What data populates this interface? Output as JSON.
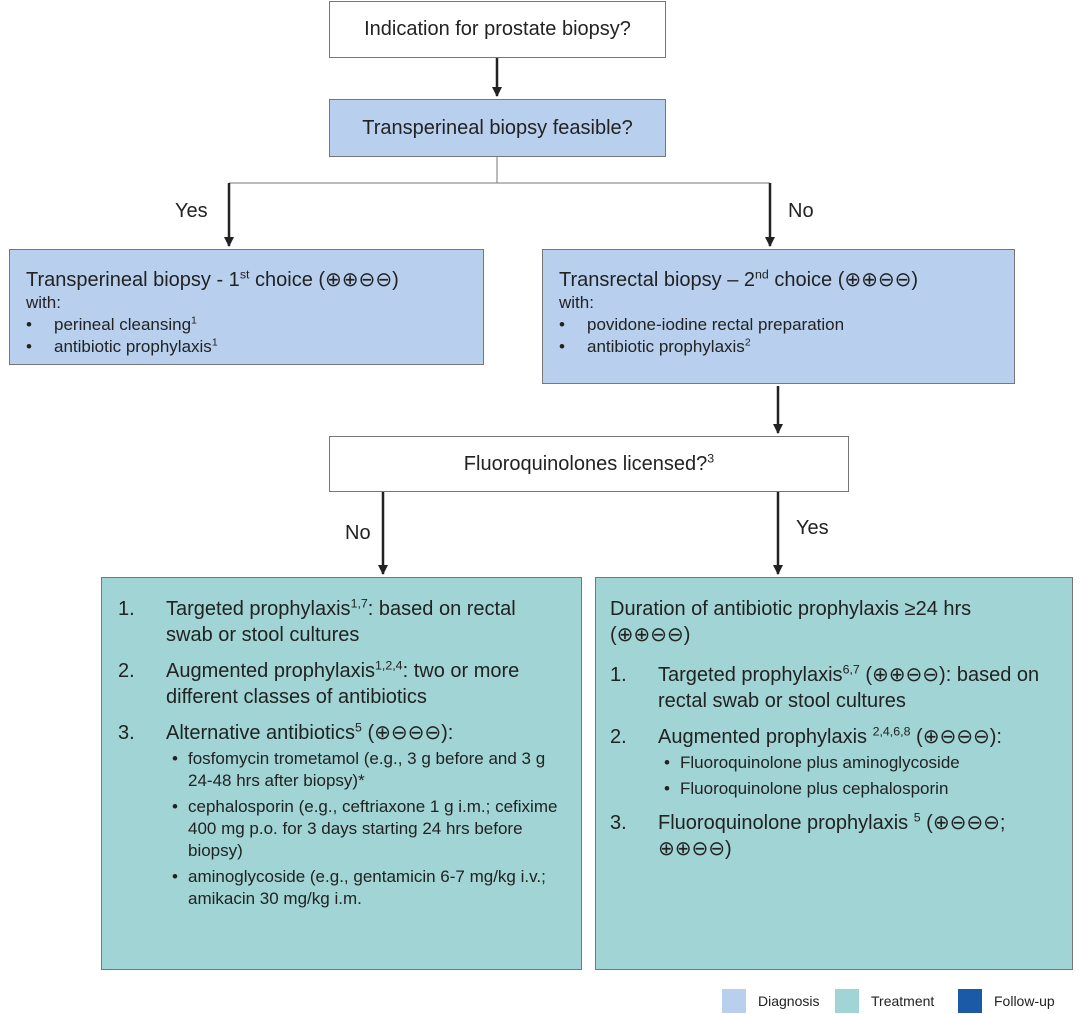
{
  "colors": {
    "diagnosis": "#b8d0ee",
    "treatment": "#a1d4d4",
    "follow_up": "#1a5aa6"
  },
  "nodes": {
    "start": {
      "text": "Indication for prostate biopsy?"
    },
    "q1": {
      "text": "Transperineal biopsy feasible?"
    },
    "tp": {
      "title": "Transperineal biopsy - 1",
      "title_sup": "st",
      "title_suffix": " choice (⊕⊕⊖⊖)",
      "with": "with:",
      "items": [
        {
          "text": "perineal cleansing",
          "sup": "1"
        },
        {
          "text": "antibiotic prophylaxis",
          "sup": "1"
        }
      ]
    },
    "tr": {
      "title": "Transrectal biopsy – 2",
      "title_sup": "nd",
      "title_suffix": " choice (⊕⊕⊖⊖)",
      "with": "with:",
      "items": [
        {
          "text": "povidone-iodine rectal preparation",
          "sup": ""
        },
        {
          "text": "antibiotic prophylaxis",
          "sup": "2"
        }
      ]
    },
    "q2": {
      "text": "Fluoroquinolones licensed?",
      "sup": "3"
    },
    "left": {
      "items": [
        {
          "num": "1.",
          "pre": "Targeted prophylaxis",
          "sup": "1,7",
          "post": ": based on rectal swab or stool cultures"
        },
        {
          "num": "2.",
          "pre": "Augmented prophylaxis",
          "sup": "1,2,4",
          "post": ": two or more different classes of antibiotics"
        },
        {
          "num": "3.",
          "pre": "Alternative antibiotics",
          "sup": "5",
          "post": " (⊕⊖⊖⊖):"
        }
      ],
      "subitems": [
        "fosfomycin trometamol (e.g., 3 g before and 3 g 24-48 hrs after biopsy)*",
        "cephalosporin (e.g., ceftriaxone 1 g i.m.; cefixime 400 mg p.o. for 3 days starting 24 hrs before biopsy)",
        "aminoglycoside (e.g., gentamicin 6-7 mg/kg i.v.; amikacin 30 mg/kg i.m."
      ]
    },
    "right": {
      "intro": "Duration of antibiotic prophylaxis ≥24 hrs (⊕⊕⊖⊖)",
      "items": [
        {
          "num": "1.",
          "pre": "Targeted prophylaxis",
          "sup": "6,7",
          "post": " (⊕⊕⊖⊖): based on rectal swab or stool cultures"
        },
        {
          "num": "2.",
          "pre": "Augmented prophylaxis ",
          "sup": "2,4,6,8",
          "post": " (⊕⊖⊖⊖):"
        },
        {
          "num": "3.",
          "pre": "Fluoroquinolone prophylaxis ",
          "sup": "5",
          "post": " (⊕⊖⊖⊖; ⊕⊕⊖⊖)"
        }
      ],
      "subitems": [
        "Fluoroquinolone plus aminoglycoside",
        "Fluoroquinolone plus cephalosporin"
      ]
    }
  },
  "edge_labels": {
    "yes_left": "Yes",
    "no_right": "No",
    "no_left": "No",
    "yes_right": "Yes"
  },
  "legend": [
    {
      "label": "Diagnosis",
      "color": "#b8d0ee"
    },
    {
      "label": "Treatment",
      "color": "#a1d4d4"
    },
    {
      "label": "Follow-up",
      "color": "#1a5aa6"
    }
  ]
}
